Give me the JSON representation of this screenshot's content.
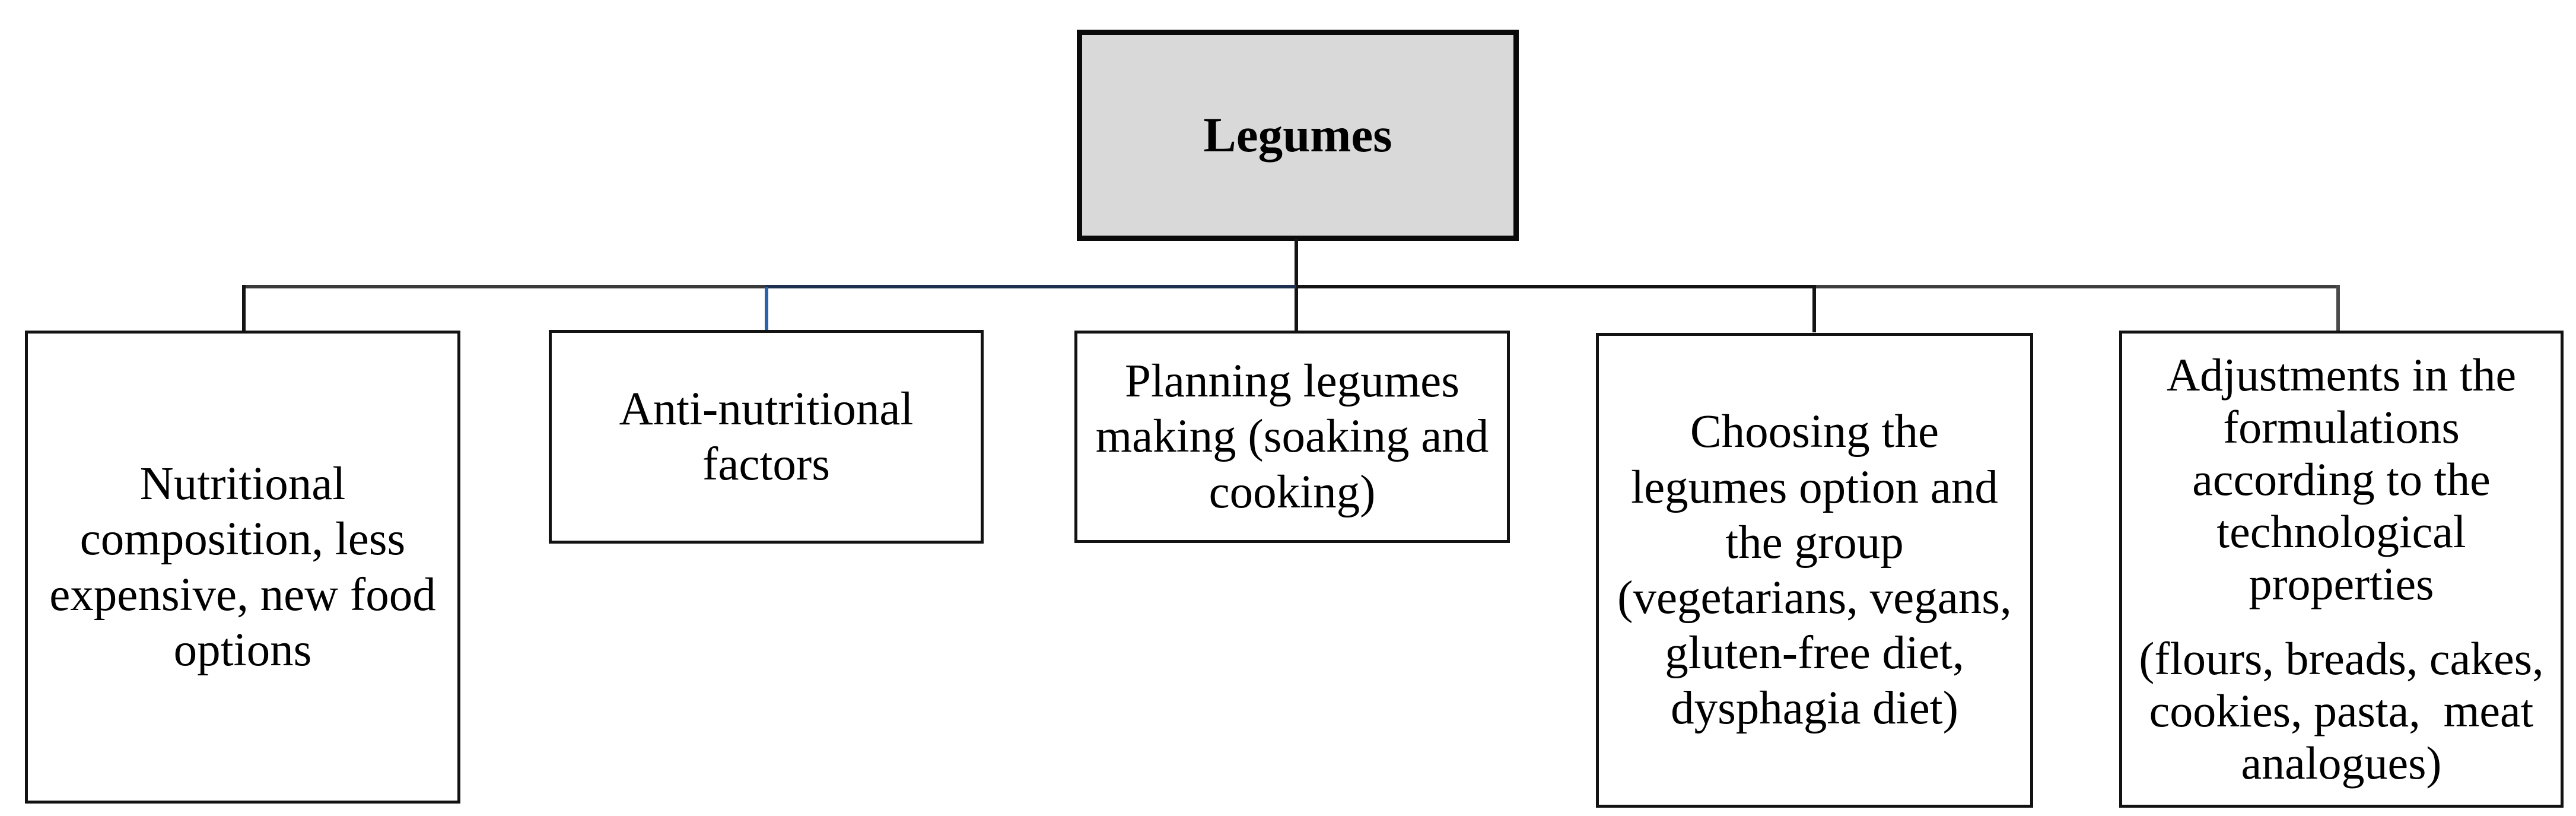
{
  "diagram": {
    "root": {
      "label": "Legumes",
      "fill": "#d9d9d9",
      "border_color": "#0a0a0a"
    },
    "children": [
      {
        "id": "nutritional-composition",
        "text": "Nutritional\ncomposition, less\nexpensive, new food\noptions"
      },
      {
        "id": "anti-nutritional-factors",
        "text": "Anti-nutritional\nfactors"
      },
      {
        "id": "planning-legumes-making",
        "text": "Planning legumes\nmaking (soaking and\ncooking)"
      },
      {
        "id": "choosing-legumes-option",
        "text": "Choosing the\nlegumes option and\nthe group\n(vegetarians, vegans,\ngluten-free diet,\ndysphagia diet)"
      },
      {
        "id": "adjustments-formulations",
        "text": "Adjustments in the\nformulations\naccording to the\ntechnological\nproperties",
        "text2": "(flours, breads, cakes,\ncookies, pasta,  meat\nanalogues)"
      }
    ],
    "connector_colors": {
      "h_segment_1": "#3a3a3a",
      "h_segment_2": "#1d3050",
      "h_segment_3": "#141414",
      "h_segment_4": "#3f3f3f",
      "drop_root": "#141414",
      "drop_child_1": "#141414",
      "drop_child_2": "#2565ae",
      "drop_child_4": "#141414",
      "drop_child_5": "#4a4a4a"
    },
    "node_border_color": "#121212",
    "background": "#ffffff"
  }
}
